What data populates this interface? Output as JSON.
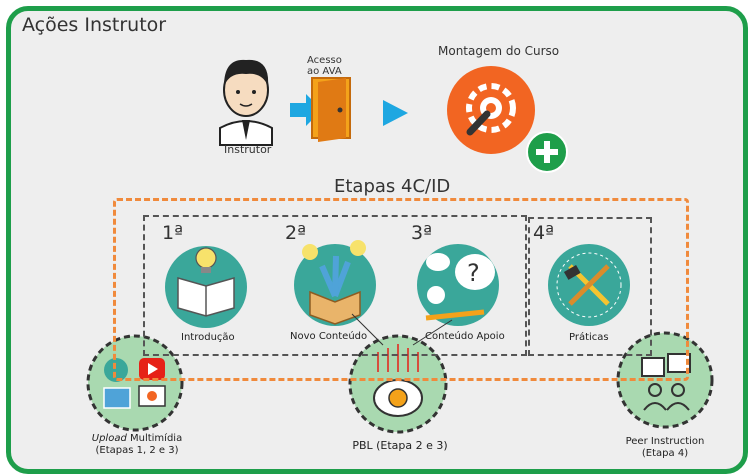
{
  "diagram": {
    "title": "Ações Instrutor",
    "instructor_label": "Instrutor",
    "access_label_line1": "Acesso",
    "access_label_line2": "ao AVA",
    "course_label": "Montagem do Curso",
    "stages_title": "Etapas 4C/ID",
    "stages": [
      {
        "number": "1ª",
        "label": "Introdução"
      },
      {
        "number": "2ª",
        "label": "Novo Conteúdo"
      },
      {
        "number": "3ª",
        "label": "Conteúdo Apoio"
      },
      {
        "number": "4ª",
        "label": "Práticas"
      }
    ],
    "upload_label_em": "Upload",
    "upload_label_rest": " Multimídia",
    "upload_label_line2": "(Etapas 1, 2 e 3)",
    "pbl_label": "PBL (Etapa 2 e 3)",
    "peer_label_line1": "Peer Instruction",
    "peer_label_line2": "(Etapa 4)"
  },
  "colors": {
    "frame": "#1e9e4a",
    "dashed_orange": "#f08a3c",
    "teal": "#3aa79a",
    "gear_orange": "#f26522",
    "plus_green": "#1e9e4a",
    "arrow_blue": "#1ea7e1"
  },
  "icons": [
    "instructor-icon",
    "door-icon",
    "play-arrow-icon",
    "gear-wrench-icon",
    "plus-icon",
    "reading-book-icon",
    "open-box-icon",
    "thinking-head-icon",
    "tools-icon",
    "media-icon",
    "brain-gear-icon",
    "peer-chat-icon"
  ]
}
